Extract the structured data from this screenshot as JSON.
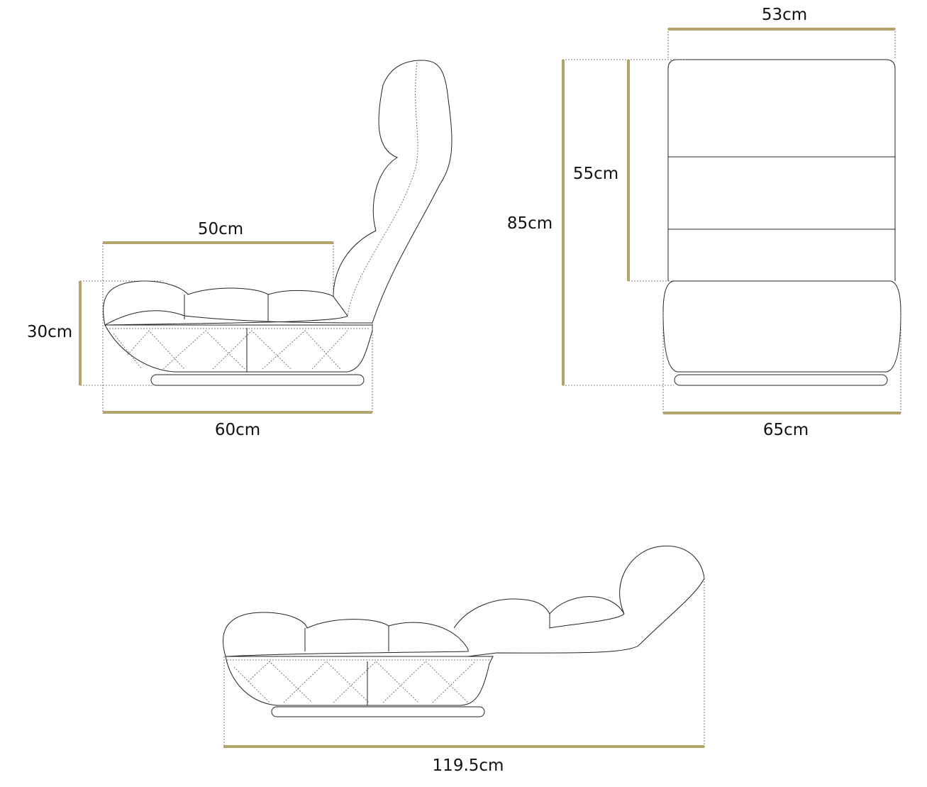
{
  "diagram": {
    "type": "chair dimension drawing",
    "accent_color": "#b3a46c",
    "side_view": {
      "seat_depth": "50cm",
      "seat_height": "30cm",
      "total_depth": "60cm"
    },
    "front_view": {
      "back_width": "53cm",
      "back_height": "55cm",
      "total_height": "85cm",
      "total_width": "65cm"
    },
    "reclined_view": {
      "total_length": "119.5cm"
    }
  }
}
